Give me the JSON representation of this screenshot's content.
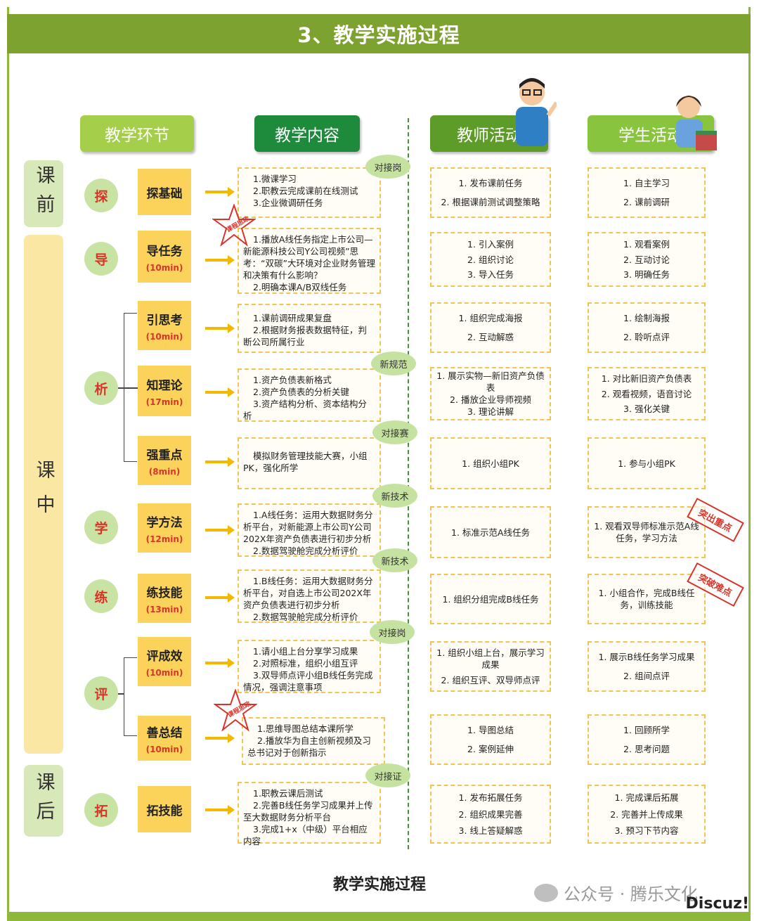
{
  "banner": {
    "title": "3、教学实施过程"
  },
  "headers": {
    "stage": "教学环节",
    "content": "教学内容",
    "teacher": "教师活动",
    "student": "学生活动"
  },
  "phases": {
    "pre": "课前",
    "in": "课中",
    "post": "课后"
  },
  "circles": {
    "explore": "探",
    "guide": "导",
    "analyze": "析",
    "learn": "学",
    "practice": "练",
    "evaluate": "评",
    "extend": "拓"
  },
  "steps": [
    {
      "name": "探基础",
      "duration": ""
    },
    {
      "name": "导任务",
      "duration": "(10min)"
    },
    {
      "name": "引思考",
      "duration": "(10min)"
    },
    {
      "name": "知理论",
      "duration": "(17min)"
    },
    {
      "name": "强重点",
      "duration": "(8min)"
    },
    {
      "name": "学方法",
      "duration": "(12min)"
    },
    {
      "name": "练技能",
      "duration": "(13min)"
    },
    {
      "name": "评成效",
      "duration": "(10min)"
    },
    {
      "name": "善总结",
      "duration": "(10min)"
    },
    {
      "name": "拓技能",
      "duration": ""
    }
  ],
  "content": [
    [
      "1.微课学习",
      "2.职教云完成课前在线测试",
      "3.企业微调研任务"
    ],
    [
      "1.播放A线任务指定上市公司—新能源科技公司Y公司视频”思考：“双碳”大环境对企业财务管理和决策有什么影响？",
      "2.明确本课A/B双线任务"
    ],
    [
      "1.课前调研成果复盘",
      "2.根据财务报表数据特征，判断公司所属行业"
    ],
    [
      "1.资产负债表新格式",
      "2.资产负债表的分析关键",
      "3.资产结构分析、资本结构分析"
    ],
    [
      "模拟财务管理技能大赛，小组PK，强化所学"
    ],
    [
      "1.A线任务：运用大数据财务分析平台，对新能源上市公司Y公司202X年资产负债表进行初步分析",
      "2.数据驾驶舱完成分析评价"
    ],
    [
      "1.B线任务：运用大数据财务分析平台，对自选上市公司202X年资产负债表进行初步分析",
      "2.数据驾驶舱完成分析评价"
    ],
    [
      "1.请小组上台分享学习成果",
      "2.对照标准，组织小组互评",
      "3.双导师点评小组B线任务完成情况，强调注意事项"
    ],
    [
      "1.思维导图总结本课所学",
      "2.播放华为自主创新视频及习总书记对于创新指示"
    ],
    [
      "1.职教云课后测试",
      "2.完善B线任务学习成果并上传至大数据财务分析平台",
      "3.完成1+x（中级）平台相应内容"
    ]
  ],
  "teacher": [
    [
      "1. 发布课前任务",
      "2. 根据课前测试调整策略"
    ],
    [
      "1. 引入案例",
      "2. 组织讨论",
      "3. 导入任务"
    ],
    [
      "1. 组织完成海报",
      "2. 互动解惑"
    ],
    [
      "1. 展示实物—新旧资产负债表",
      "2. 播放企业导师视频",
      "3. 理论讲解"
    ],
    [
      "1. 组织小组PK"
    ],
    [
      "1. 标准示范A线任务"
    ],
    [
      "1. 组织分组完成B线任务"
    ],
    [
      "1. 组织小组上台，展示学习成果",
      "2. 组织互评、双导师点评"
    ],
    [
      "1. 导图总结",
      "2. 案例延伸"
    ],
    [
      "1. 发布拓展任务",
      "2. 组织成果完善",
      "3. 线上答疑解惑"
    ]
  ],
  "student": [
    [
      "1. 自主学习",
      "2. 课前调研"
    ],
    [
      "1. 观看案例",
      "2. 互动讨论",
      "3. 明确任务"
    ],
    [
      "1. 绘制海报",
      "2. 聆听点评"
    ],
    [
      "1. 对比新旧资产负债表",
      "2. 观看视频，语音讨论",
      "3. 强化关键"
    ],
    [
      "1. 参与小组PK"
    ],
    [
      "1. 观看双导师标准示范A线任务，学习方法"
    ],
    [
      "1. 小组合作，完成B线任务，训练技能"
    ],
    [
      "1. 展示B线任务学习成果",
      "2. 组间点评"
    ],
    [
      "1. 回顾所学",
      "2. 思考问题"
    ],
    [
      "1. 完成课后拓展",
      "2. 完善并上传成果",
      "3. 预习下节内容"
    ]
  ],
  "tags": [
    "对接岗",
    "新规范",
    "对接赛",
    "新技术",
    "新技术",
    "对接岗",
    "对接证"
  ],
  "stamps": {
    "key_point": "突出重点",
    "difficulty": "突破难点",
    "ideology": "课程思政"
  },
  "caption": "教学实施过程",
  "footer": {
    "wechat": "公众号 · 腾乐文化",
    "site": "Discuz!"
  },
  "colors": {
    "banner": "#7ea22f",
    "step": "#fbd35a",
    "arrow": "#f5b800",
    "accent_red": "#d9342b",
    "box_border": "#f1c453"
  }
}
